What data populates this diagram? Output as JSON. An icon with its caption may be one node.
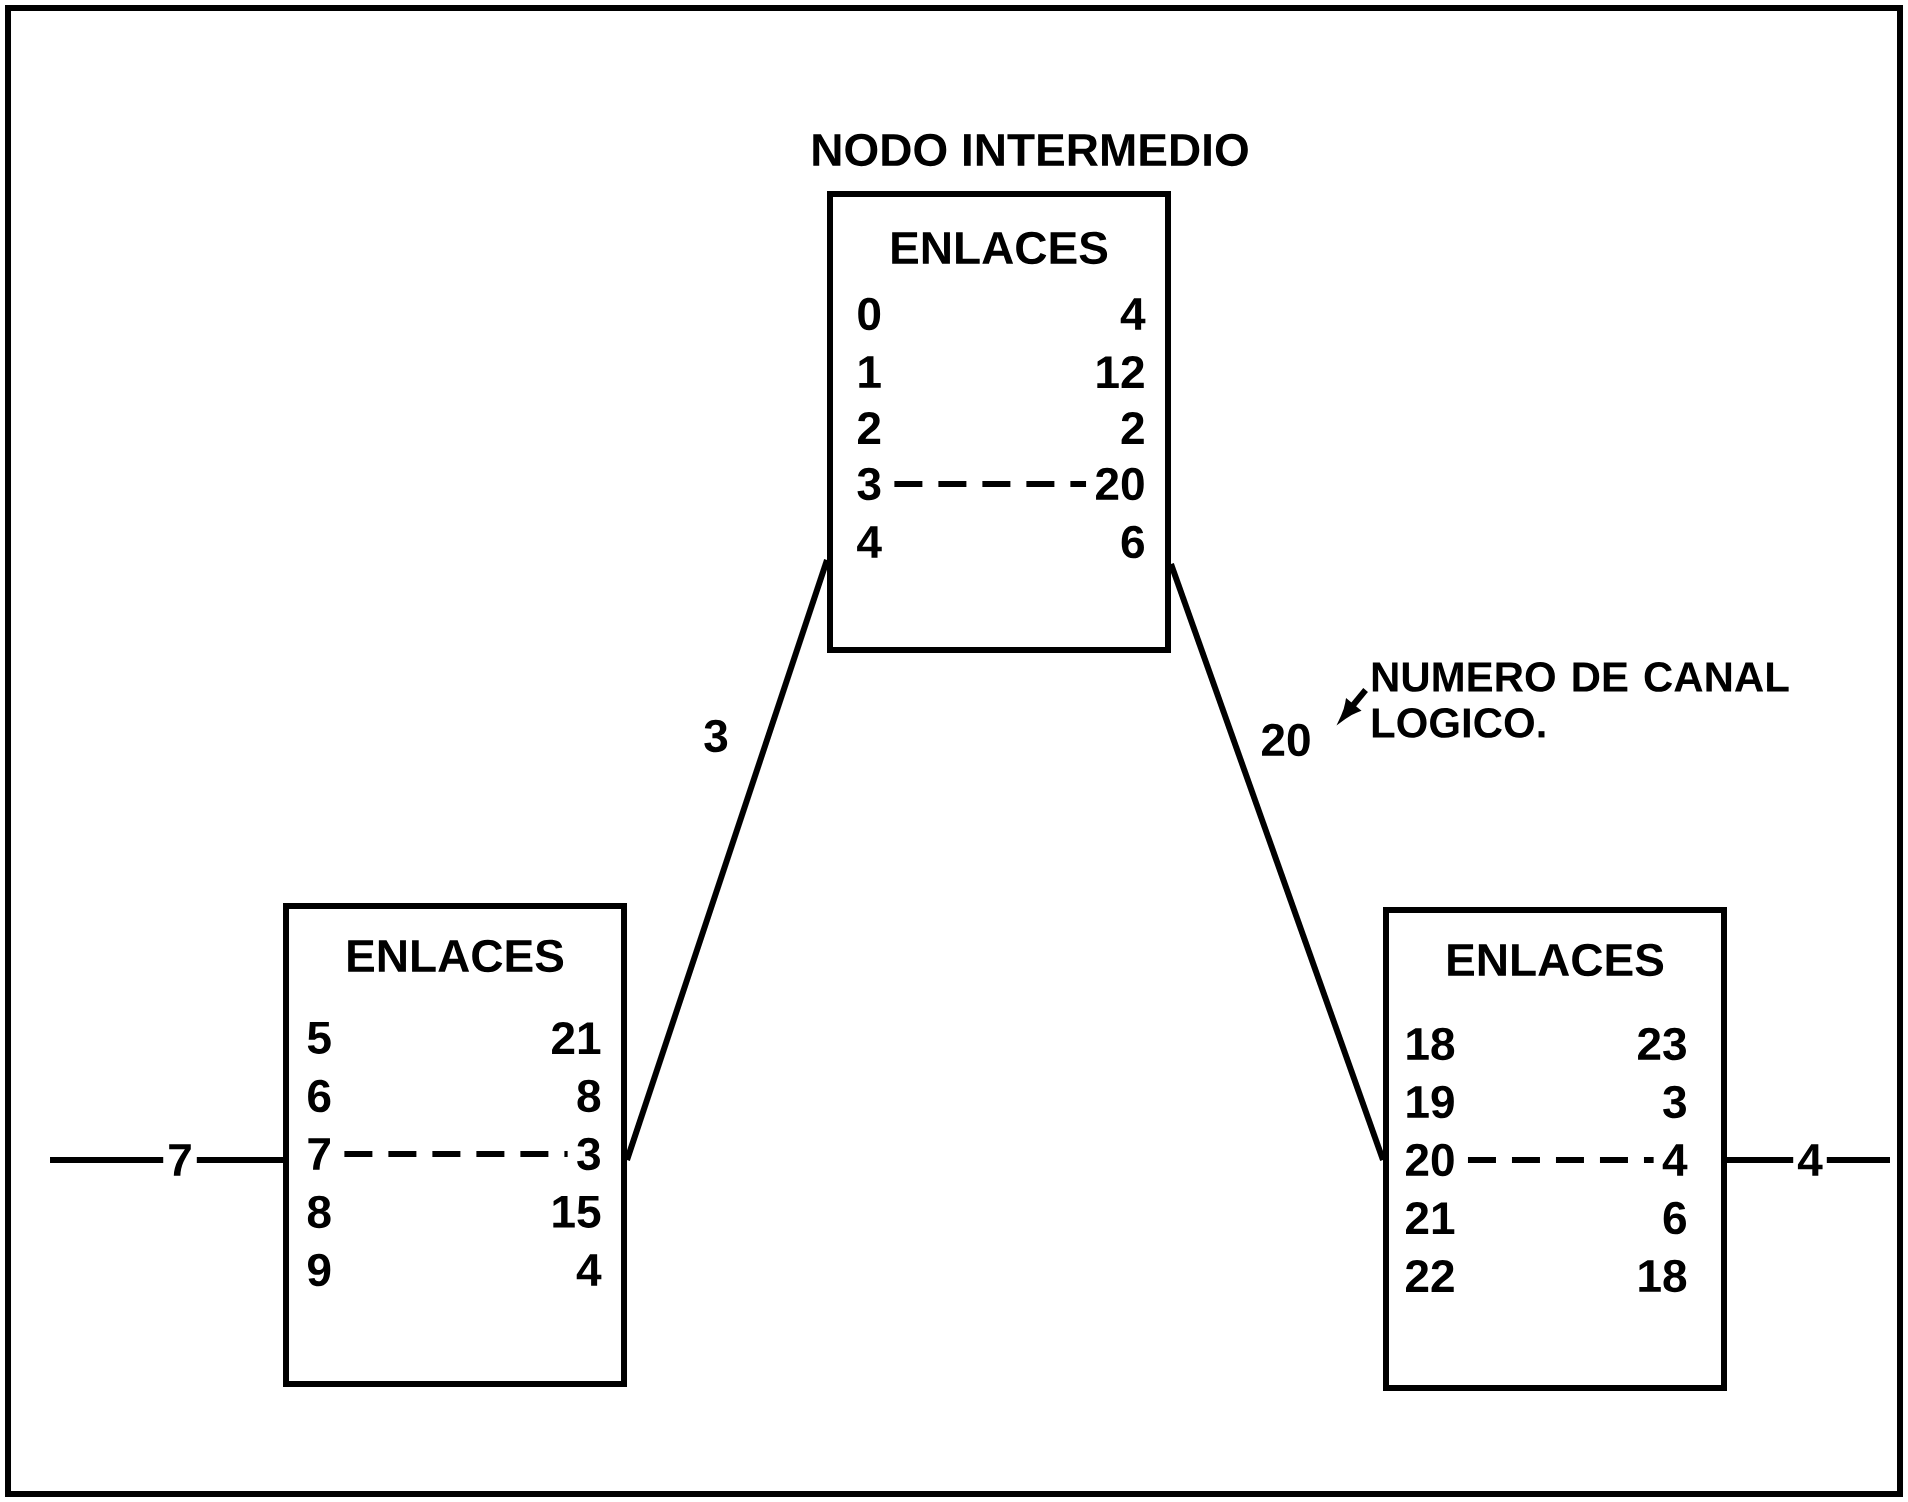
{
  "diagram": {
    "nodes": [
      {
        "text": [
          "NODO INTERMEDIO",
          "ENLACES",
          "0",
          "4",
          "1",
          "12",
          "2",
          "2",
          "3",
          "20",
          "4",
          "6"
        ]
      },
      {
        "text": [
          "ENLACES",
          "5",
          "21",
          "6",
          "8",
          "7",
          "3",
          "8",
          "15",
          "9",
          "4"
        ]
      },
      {
        "text": [
          "ENLACES",
          "18",
          "23",
          "19",
          "3",
          "20",
          "4",
          "21",
          "6",
          "22",
          "18"
        ]
      },
      {
        "text": [
          "NUMERO DE CANAL LOGICO."
        ]
      }
    ],
    "edges": [
      {
        "from": 1,
        "to": 0,
        "arrow": "none",
        "label": "3"
      },
      {
        "from": 0,
        "to": 2,
        "arrow": "none",
        "label": "20"
      },
      {
        "from": null,
        "to": 1,
        "arrow": "none",
        "label": "7"
      },
      {
        "from": 2,
        "to": null,
        "arrow": "none",
        "label": "4"
      },
      {
        "from": 3,
        "to": null,
        "arrow": "to"
      }
    ]
  }
}
